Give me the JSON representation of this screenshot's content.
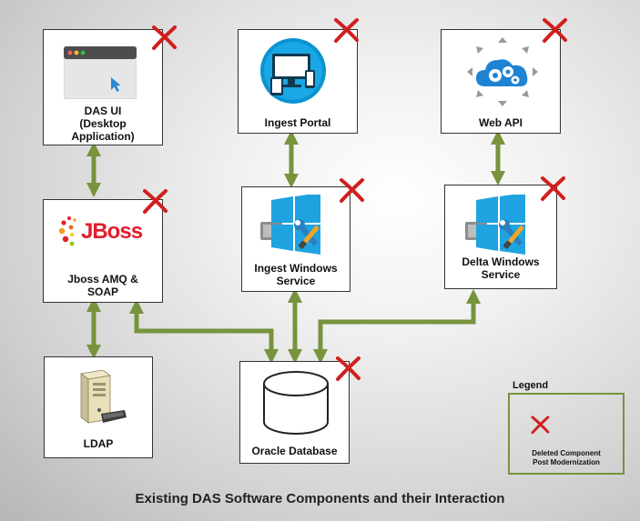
{
  "components": {
    "das_ui": "DAS UI\n(Desktop\nApplication)",
    "ingest_portal": "Ingest Portal",
    "web_api": "Web API",
    "jboss": "Jboss AMQ &\nSOAP",
    "ingest_windows": "Ingest Windows\nService",
    "delta_windows": "Delta Windows\nService",
    "ldap": "LDAP",
    "oracle": "Oracle Database",
    "jboss_logo_text": "JBoss"
  },
  "legend": {
    "title": "Legend",
    "item_label": "Deleted Component\nPost  Modernization"
  },
  "caption": "Existing DAS Software Components and their Interaction",
  "colors": {
    "arrow": "#77933c",
    "delete_mark": "#d11f1f",
    "box_border": "#333333"
  }
}
